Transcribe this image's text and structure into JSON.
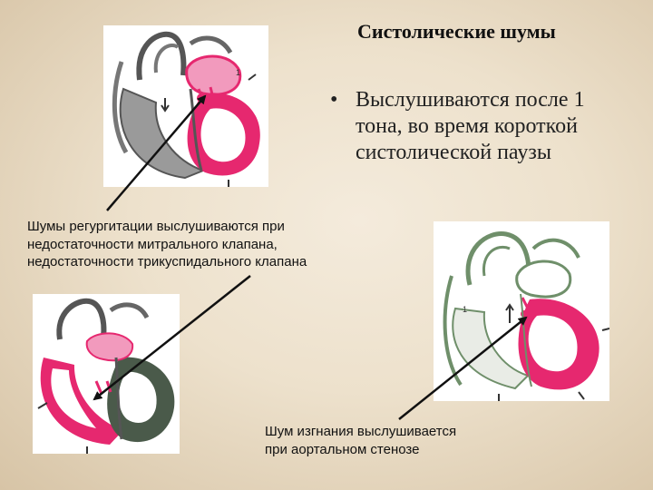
{
  "slide": {
    "title": "Систолические шумы",
    "bullet_marker": "•",
    "bullet_lines": [
      "Выслушиваются после 1",
      "тона, во время короткой",
      "систолической паузы"
    ]
  },
  "captions": {
    "regurgitation_lines": [
      "Шумы регургитации выслушиваются при",
      "недостаточности митрального клапана,",
      "недостаточности трикуспидального клапана"
    ],
    "ejection_lines": [
      "Шум изгнания выслушивается",
      "при аортальном стенозе"
    ]
  },
  "diagram_labels": {
    "valve_number": "1"
  },
  "colors": {
    "heart_pink": "#e6286f",
    "heart_light_pink": "#f29abd",
    "heart_gray": "#8a8a8a",
    "heart_dark": "#4a5a4a",
    "outline_green": "#6f8f6a"
  }
}
